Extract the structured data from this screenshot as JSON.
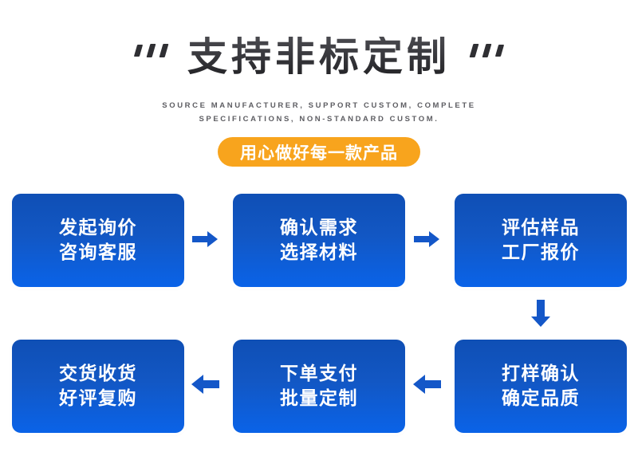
{
  "header": {
    "title": "支持非标定制",
    "decor_left_icon": "triple-slash-mark",
    "decor_right_icon": "triple-slash-mark",
    "subtitle_line1": "SOURCE MANUFACTURER, SUPPORT CUSTOM, COMPLETE",
    "subtitle_line2": "SPECIFICATIONS, NON-STANDARD CUSTOM.",
    "pill_label": "用心做好每一款产品",
    "pill_color": "#f8a41d",
    "title_color": "#333337"
  },
  "flow": {
    "box_gradient_top": "#0f4fb5",
    "box_gradient_bottom": "#0a63e8",
    "arrow_color": "#1457c8",
    "steps": [
      {
        "line1": "发起询价",
        "line2": "咨询客服"
      },
      {
        "line1": "确认需求",
        "line2": "选择材料"
      },
      {
        "line1": "评估样品",
        "line2": "工厂报价"
      },
      {
        "line1": "打样确认",
        "line2": "确定品质"
      },
      {
        "line1": "下单支付",
        "line2": "批量定制"
      },
      {
        "line1": "交货收货",
        "line2": "好评复购"
      }
    ],
    "connectors": [
      {
        "name": "arrow-right-step1-step2",
        "direction": "right"
      },
      {
        "name": "arrow-right-step2-step3",
        "direction": "right"
      },
      {
        "name": "arrow-down-step3-step4",
        "direction": "down"
      },
      {
        "name": "arrow-left-step4-step5",
        "direction": "left"
      },
      {
        "name": "arrow-left-step5-step6",
        "direction": "left"
      }
    ]
  }
}
